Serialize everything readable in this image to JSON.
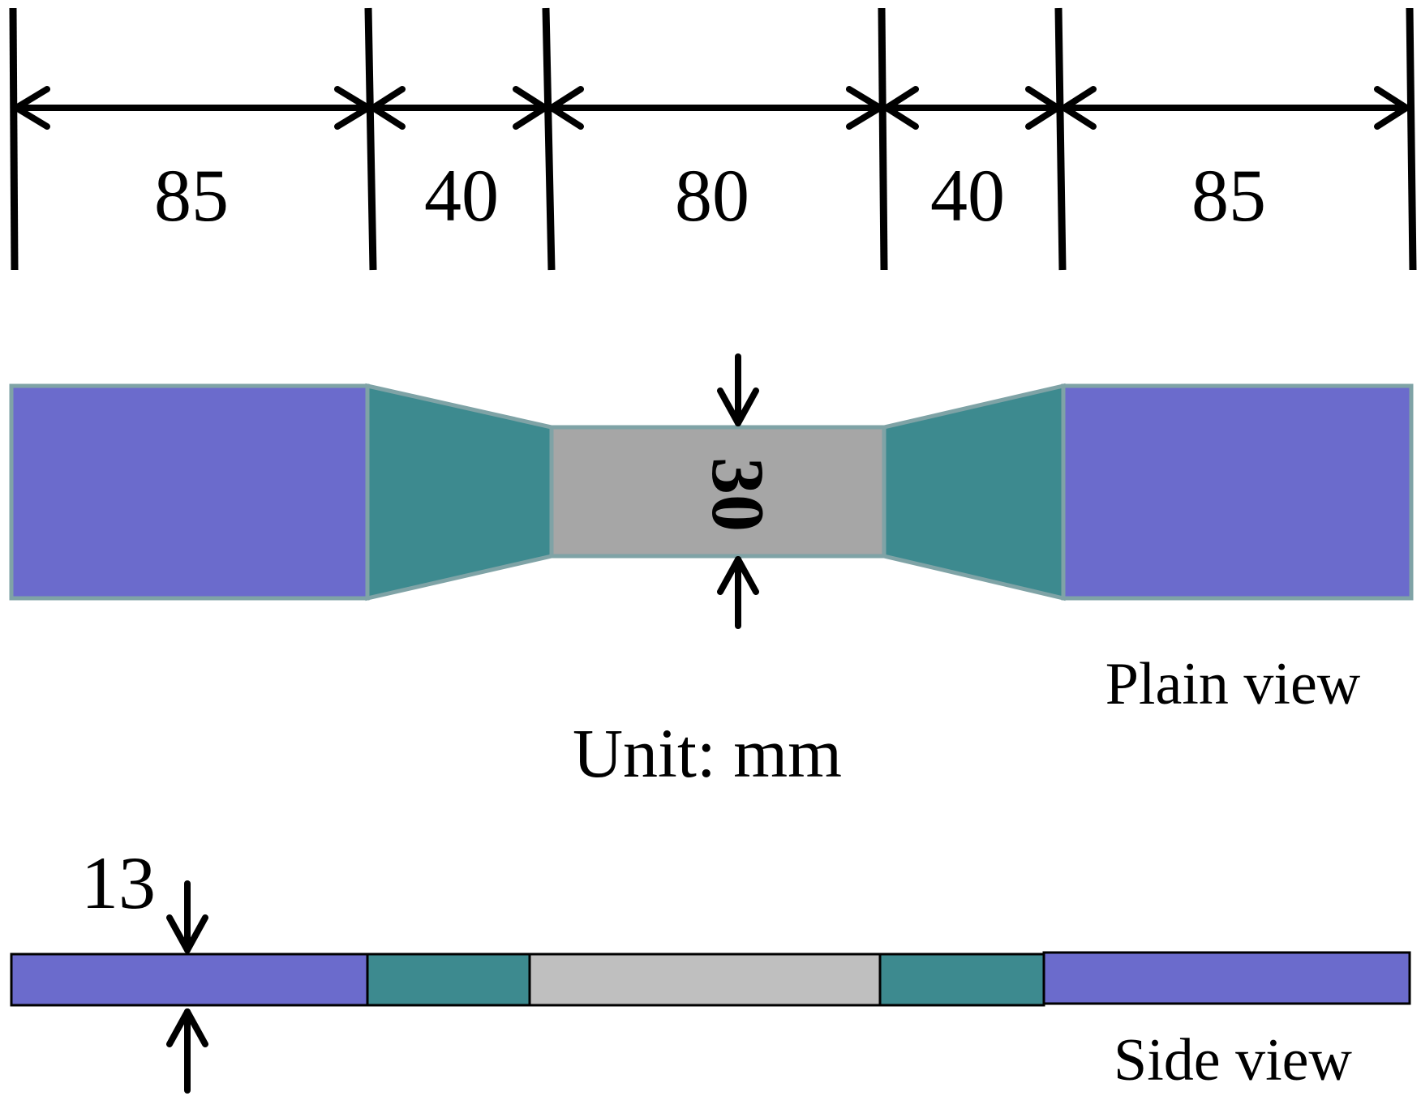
{
  "dimensions": {
    "segments": [
      "85",
      "40",
      "80",
      "40",
      "85"
    ],
    "width": "30",
    "thickness": "13"
  },
  "labels": {
    "plain_view": "Plain view",
    "unit": "Unit: mm",
    "side_view": "Side view"
  },
  "colors": {
    "grip": "#6b6bcc",
    "taper": "#3d8a8f",
    "gauge_plain": "#a6a6a6",
    "gauge_side": "#bfbfbf",
    "outline_plain": "#7fa3a6",
    "outline_side": "#000000"
  }
}
